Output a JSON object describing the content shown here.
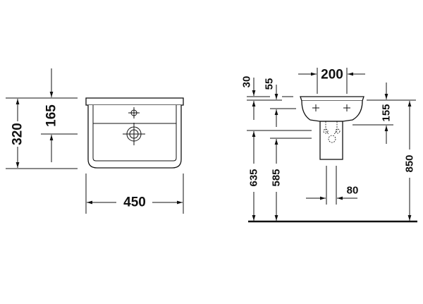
{
  "front_view": {
    "dimensions": {
      "width": "450",
      "height": "320",
      "tap_to_top": "165"
    }
  },
  "side_view": {
    "dimensions": {
      "rim_thickness": "30",
      "rim_to_hole": "55",
      "hole_spacing": "200",
      "outlet_height": "155",
      "total_height": "850",
      "underside_height": "635",
      "pedestal_top": "585",
      "pedestal_width": "80"
    }
  }
}
